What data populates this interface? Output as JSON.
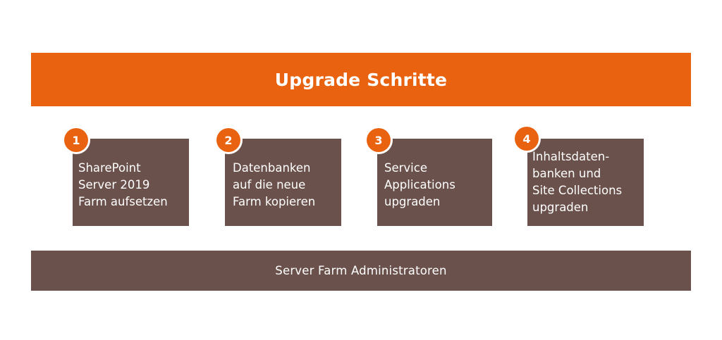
{
  "header": {
    "title": "Upgrade Schritte"
  },
  "steps": [
    {
      "number": "1",
      "label": "SharePoint\nServer 2019\nFarm aufsetzen"
    },
    {
      "number": "2",
      "label": "Datenbanken\nauf die neue\nFarm kopieren"
    },
    {
      "number": "3",
      "label": "Service\nApplications\nupgraden"
    },
    {
      "number": "4",
      "label": "Inhaltsdaten-\nbanken und\nSite Collections\nupgraden"
    }
  ],
  "footer": {
    "label": "Server Farm Administratoren"
  },
  "colors": {
    "accent": "#e8620f",
    "box": "#6b514c",
    "text": "#ffffff",
    "background": "#ffffff"
  }
}
